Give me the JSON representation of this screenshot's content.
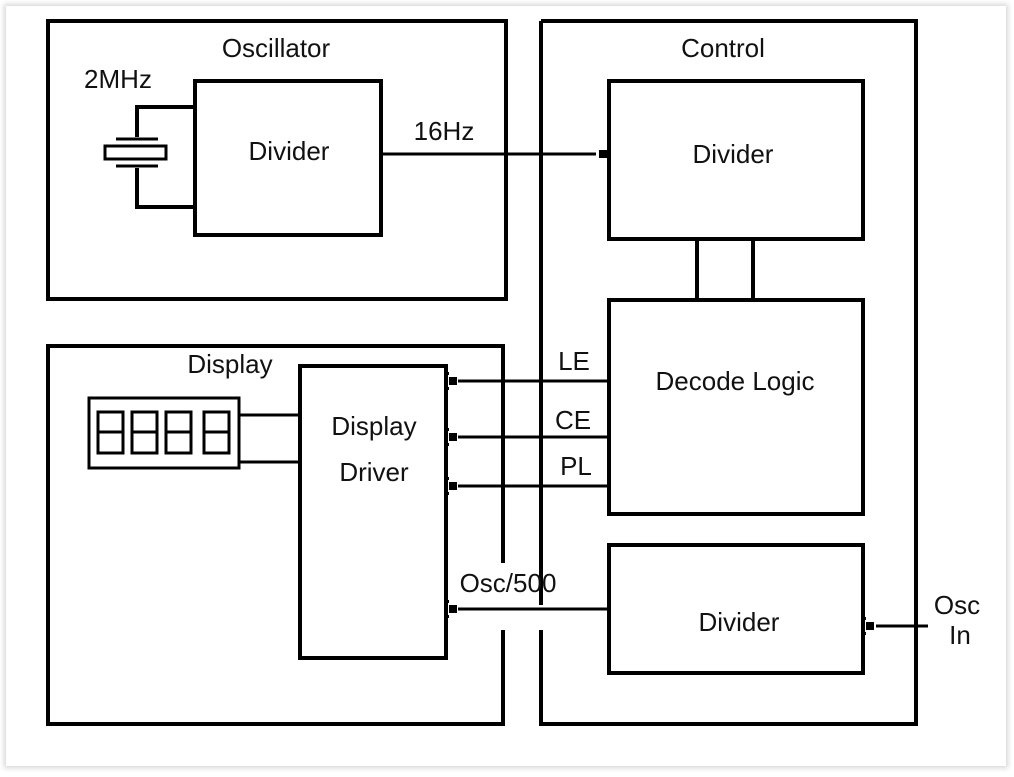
{
  "diagram": {
    "type": "block-diagram",
    "stroke_color": "#000000",
    "background_color": "#ffffff",
    "groups": {
      "oscillator": {
        "title": "Oscillator"
      },
      "control": {
        "title": "Control"
      },
      "display": {
        "title": "Display"
      }
    },
    "blocks": {
      "osc_divider": {
        "label": "Divider"
      },
      "ctrl_divider_top": {
        "label": "Divider"
      },
      "decode_logic": {
        "label": "Decode Logic"
      },
      "ctrl_divider_bottom": {
        "label": "Divider"
      },
      "display_driver": {
        "line1": "Display",
        "line2": "Driver"
      },
      "seven_segment": {
        "label": "",
        "digits": 4
      }
    },
    "components": {
      "crystal": {
        "label": "2MHz"
      }
    },
    "signals": {
      "hz16": {
        "label": "16Hz",
        "from": "Oscillator Divider",
        "to": "Control Divider"
      },
      "le": {
        "label": "LE",
        "from": "Decode Logic",
        "to": "Display Driver"
      },
      "ce": {
        "label": "CE",
        "from": "Decode Logic",
        "to": "Display Driver"
      },
      "pl": {
        "label": "PL",
        "from": "Decode Logic",
        "to": "Display Driver"
      },
      "osc500": {
        "label": "Osc/500",
        "from": "Control Divider (bottom)",
        "to": "Display Driver"
      },
      "osc_in": {
        "line1": "Osc",
        "line2": "In",
        "to": "Control Divider (bottom)"
      }
    }
  }
}
